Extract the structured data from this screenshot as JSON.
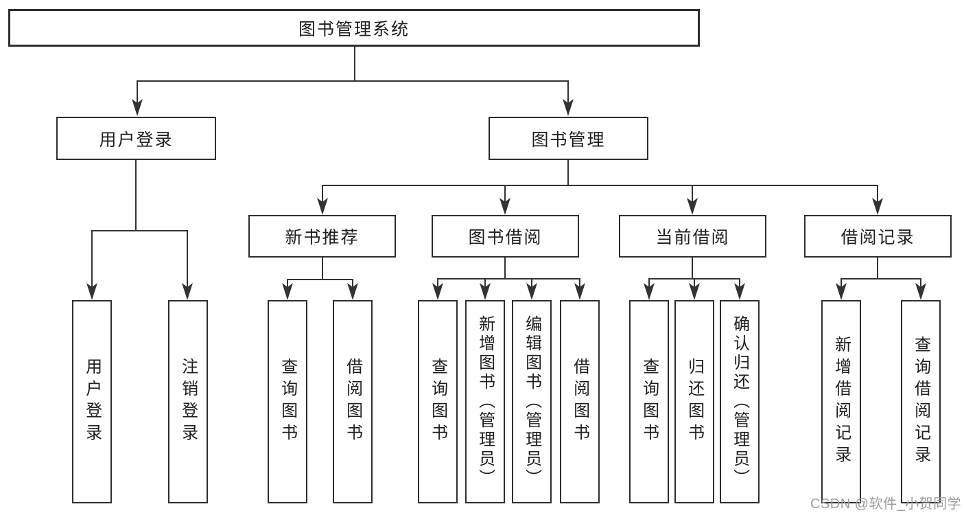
{
  "diagram": {
    "tree": {
      "label": "图书管理系统",
      "children": [
        {
          "label": "用户登录",
          "children": [
            {
              "label": "用户登录"
            },
            {
              "label": "注销登录"
            }
          ]
        },
        {
          "label": "图书管理",
          "children": [
            {
              "label": "新书推荐",
              "children": [
                {
                  "label": "查询图书"
                },
                {
                  "label": "借阅图书"
                }
              ]
            },
            {
              "label": "图书借阅",
              "children": [
                {
                  "label": "查询图书"
                },
                {
                  "label": "新增图书（管理员）"
                },
                {
                  "label": "编辑图书（管理员）"
                },
                {
                  "label": "借阅图书"
                }
              ]
            },
            {
              "label": "当前借阅",
              "children": [
                {
                  "label": "查询图书"
                },
                {
                  "label": "归还图书"
                },
                {
                  "label": "确认归还（管理员）"
                }
              ]
            },
            {
              "label": "借阅记录",
              "children": [
                {
                  "label": "新增借阅记录"
                },
                {
                  "label": "查询借阅记录"
                }
              ]
            }
          ]
        }
      ]
    },
    "watermark": "CSDN @软件_小贺同学",
    "colors": {
      "line": "#333333",
      "box_border": "#2e2e2e",
      "text": "#1f1f1f",
      "watermark": "#9c9c9c",
      "background": "#ffffff"
    }
  }
}
